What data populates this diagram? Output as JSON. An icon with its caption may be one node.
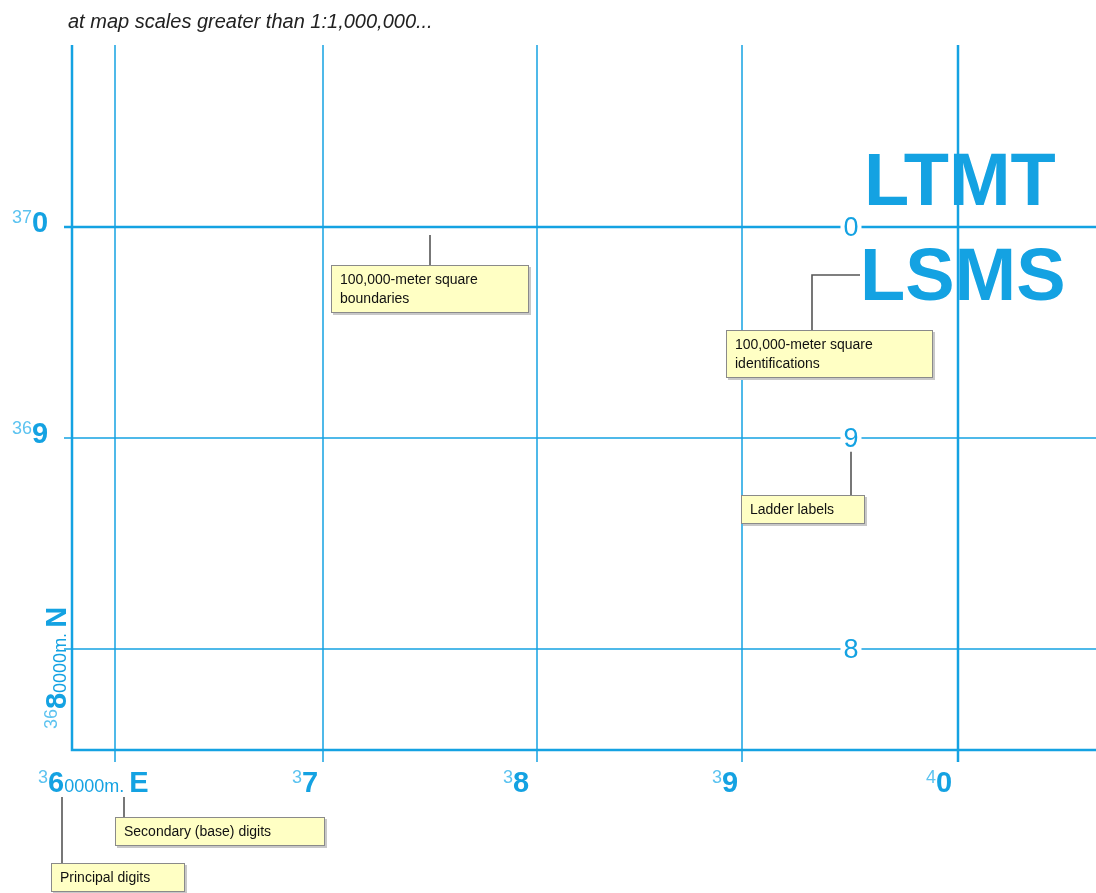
{
  "diagram": {
    "title": "at map scales greater than 1:1,000,000...",
    "nodes": [
      {
        "text": [
          "100,000-meter square boundaries"
        ]
      },
      {
        "text": [
          "100,000-meter square identifications"
        ]
      },
      {
        "text": [
          "Ladder labels"
        ]
      },
      {
        "text": [
          "Secondary (base) digits"
        ]
      },
      {
        "text": [
          "Principal digits"
        ]
      },
      {
        "text": [
          "LSMS"
        ]
      },
      {
        "text": [
          "9"
        ]
      },
      {
        "text": [
          "$^{3}$**6**0000m. **E**"
        ]
      },
      {
        "text": [
          "0"
        ]
      },
      {
        "text": [
          "8"
        ]
      }
    ],
    "edges": [
      {
        "from": 0,
        "to": null,
        "arrow": "none"
      },
      {
        "from": 1,
        "to": 5,
        "arrow": "none"
      },
      {
        "from": 2,
        "to": 6,
        "arrow": "none"
      },
      {
        "from": 3,
        "to": 7,
        "arrow": "none"
      },
      {
        "from": 4,
        "to": 7,
        "arrow": "none"
      }
    ],
    "labels": [
      "$^{37}$**0**",
      "LTMT",
      "$^{36}$**9**",
      "$^{36}$**8**0000m. **N**",
      "$^{3}$**7**",
      "$^{3}$**8**",
      "$^{3}$**9**",
      "$^{4}$**0**"
    ]
  }
}
